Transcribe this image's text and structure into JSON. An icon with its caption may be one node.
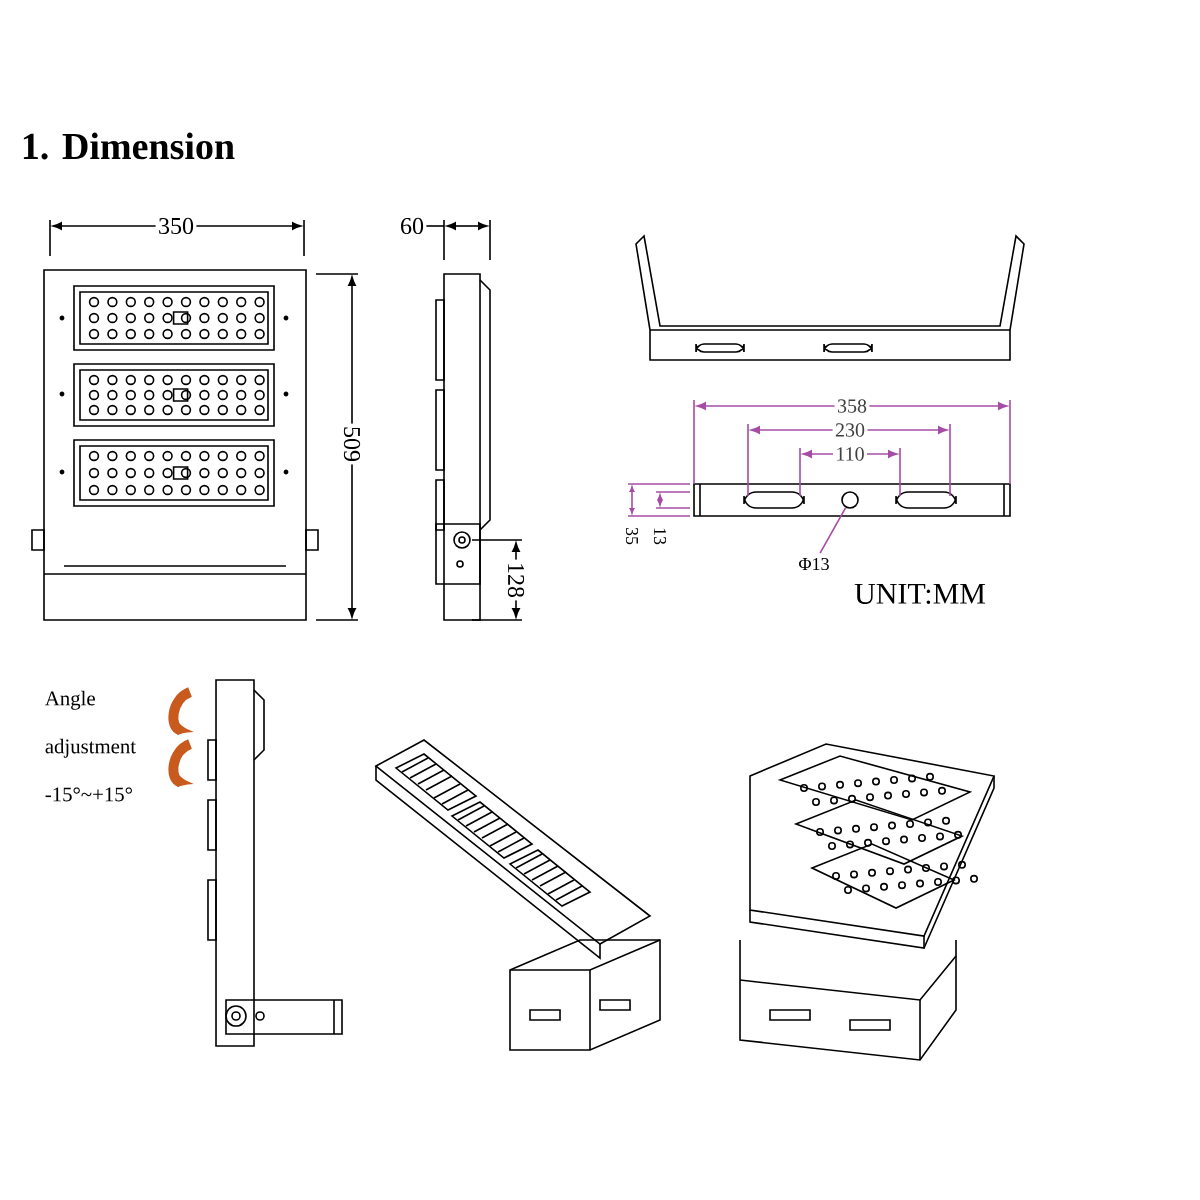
{
  "diagram": {
    "title": "1. Dimension",
    "nodes": [
      {
        "text": [
          "Φ13"
        ]
      },
      {
        "text": [],
        "shape": "circle"
      }
    ],
    "edges": [
      {
        "from": 0,
        "to": 1,
        "arrow": "none"
      }
    ],
    "labels": [
      "350",
      "60",
      "509",
      "128",
      "358",
      "230",
      "110",
      "35",
      "13",
      "UNIT:MM",
      "Angle adjustment -15°~+15°"
    ]
  }
}
